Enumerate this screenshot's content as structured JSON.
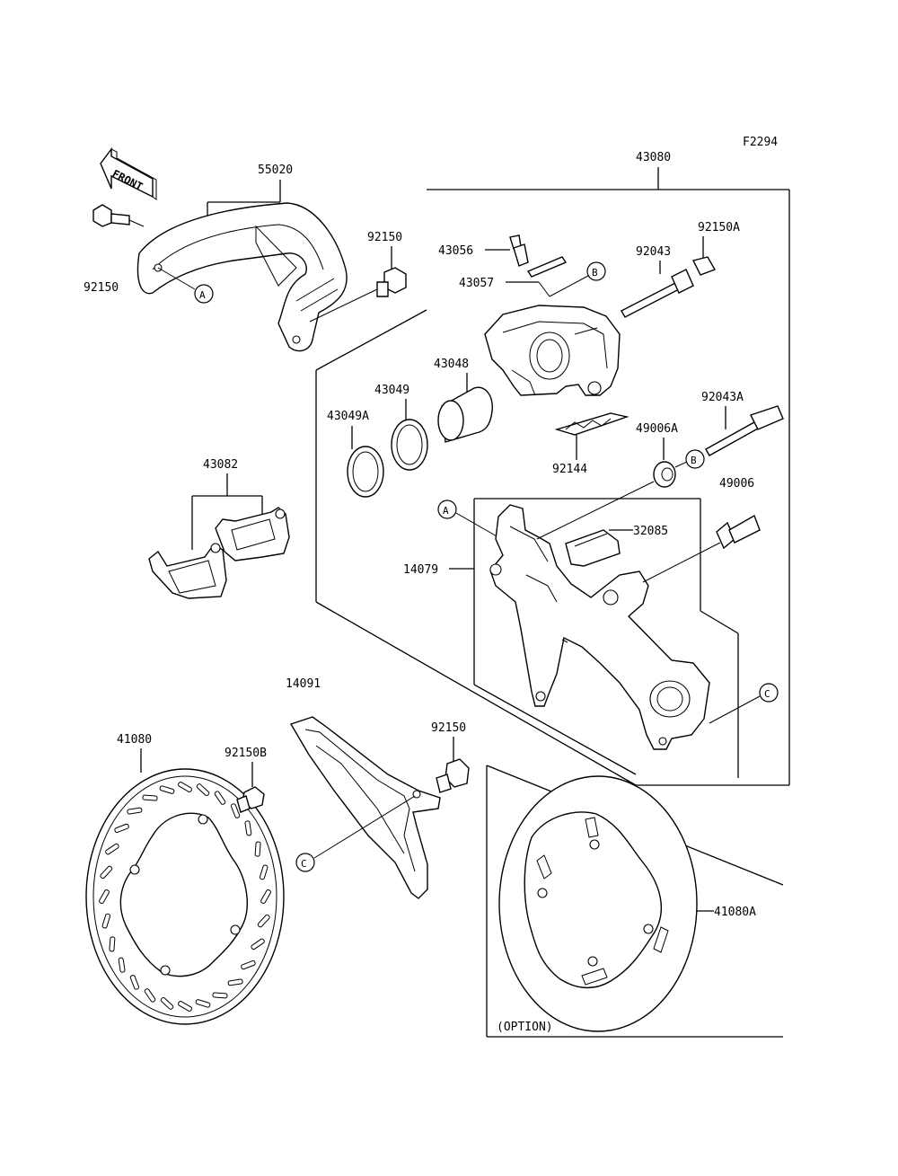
{
  "figure_code": "F2294",
  "direction": {
    "label": "FRONT",
    "icon": "front-arrow-icon"
  },
  "parts": {
    "p43080": "43080",
    "p55020": "55020",
    "p92150_a": "92150",
    "p92150_b": "92150",
    "p92150_c": "92150",
    "p92150A": "92150A",
    "p43056": "43056",
    "p43057": "43057",
    "p92043": "92043",
    "p43048": "43048",
    "p43049": "43049",
    "p43049A": "43049A",
    "p92043A": "92043A",
    "p49006A": "49006A",
    "p49006": "49006",
    "p92144": "92144",
    "p43082": "43082",
    "p32085": "32085",
    "p14079": "14079",
    "p14091": "14091",
    "p41080": "41080",
    "p92150B": "92150B",
    "p41080A": "41080A"
  },
  "refs": {
    "a": "A",
    "b": "B",
    "c": "C"
  },
  "option_label": "(OPTION)"
}
